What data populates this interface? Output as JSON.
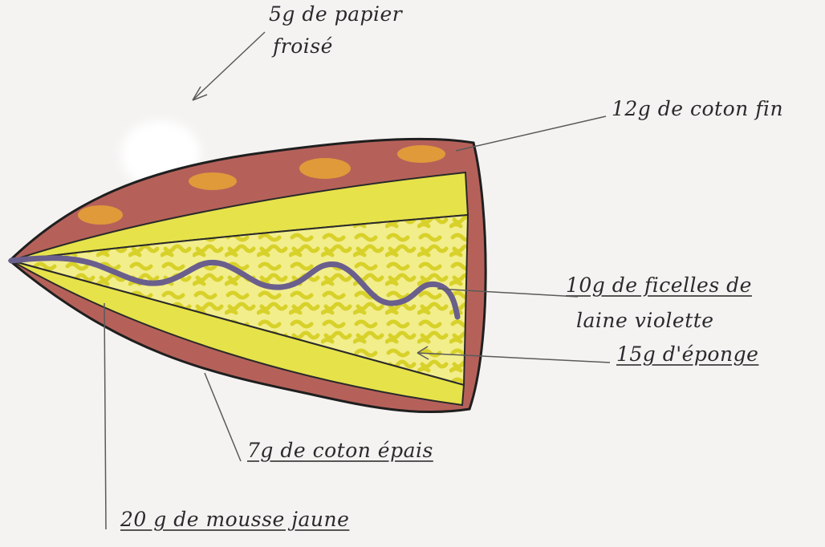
{
  "diagram": {
    "labels": {
      "paper": [
        "5g de papier",
        "froisé"
      ],
      "thin_cotton": "12g de coton fin",
      "wool": [
        "10g de ficelles de",
        "laine violette"
      ],
      "sponge": "15g d'éponge",
      "thick_cotton": "7g de coton épais",
      "foam": "20 g de mousse jaune"
    },
    "colors": {
      "thin_cotton": "#b5615a",
      "foam": "#e6e24a",
      "sponge": "#f0ec80",
      "wool": "#6a5f8c",
      "outline": "#1f1f1f",
      "paper": "#ffffff"
    }
  }
}
